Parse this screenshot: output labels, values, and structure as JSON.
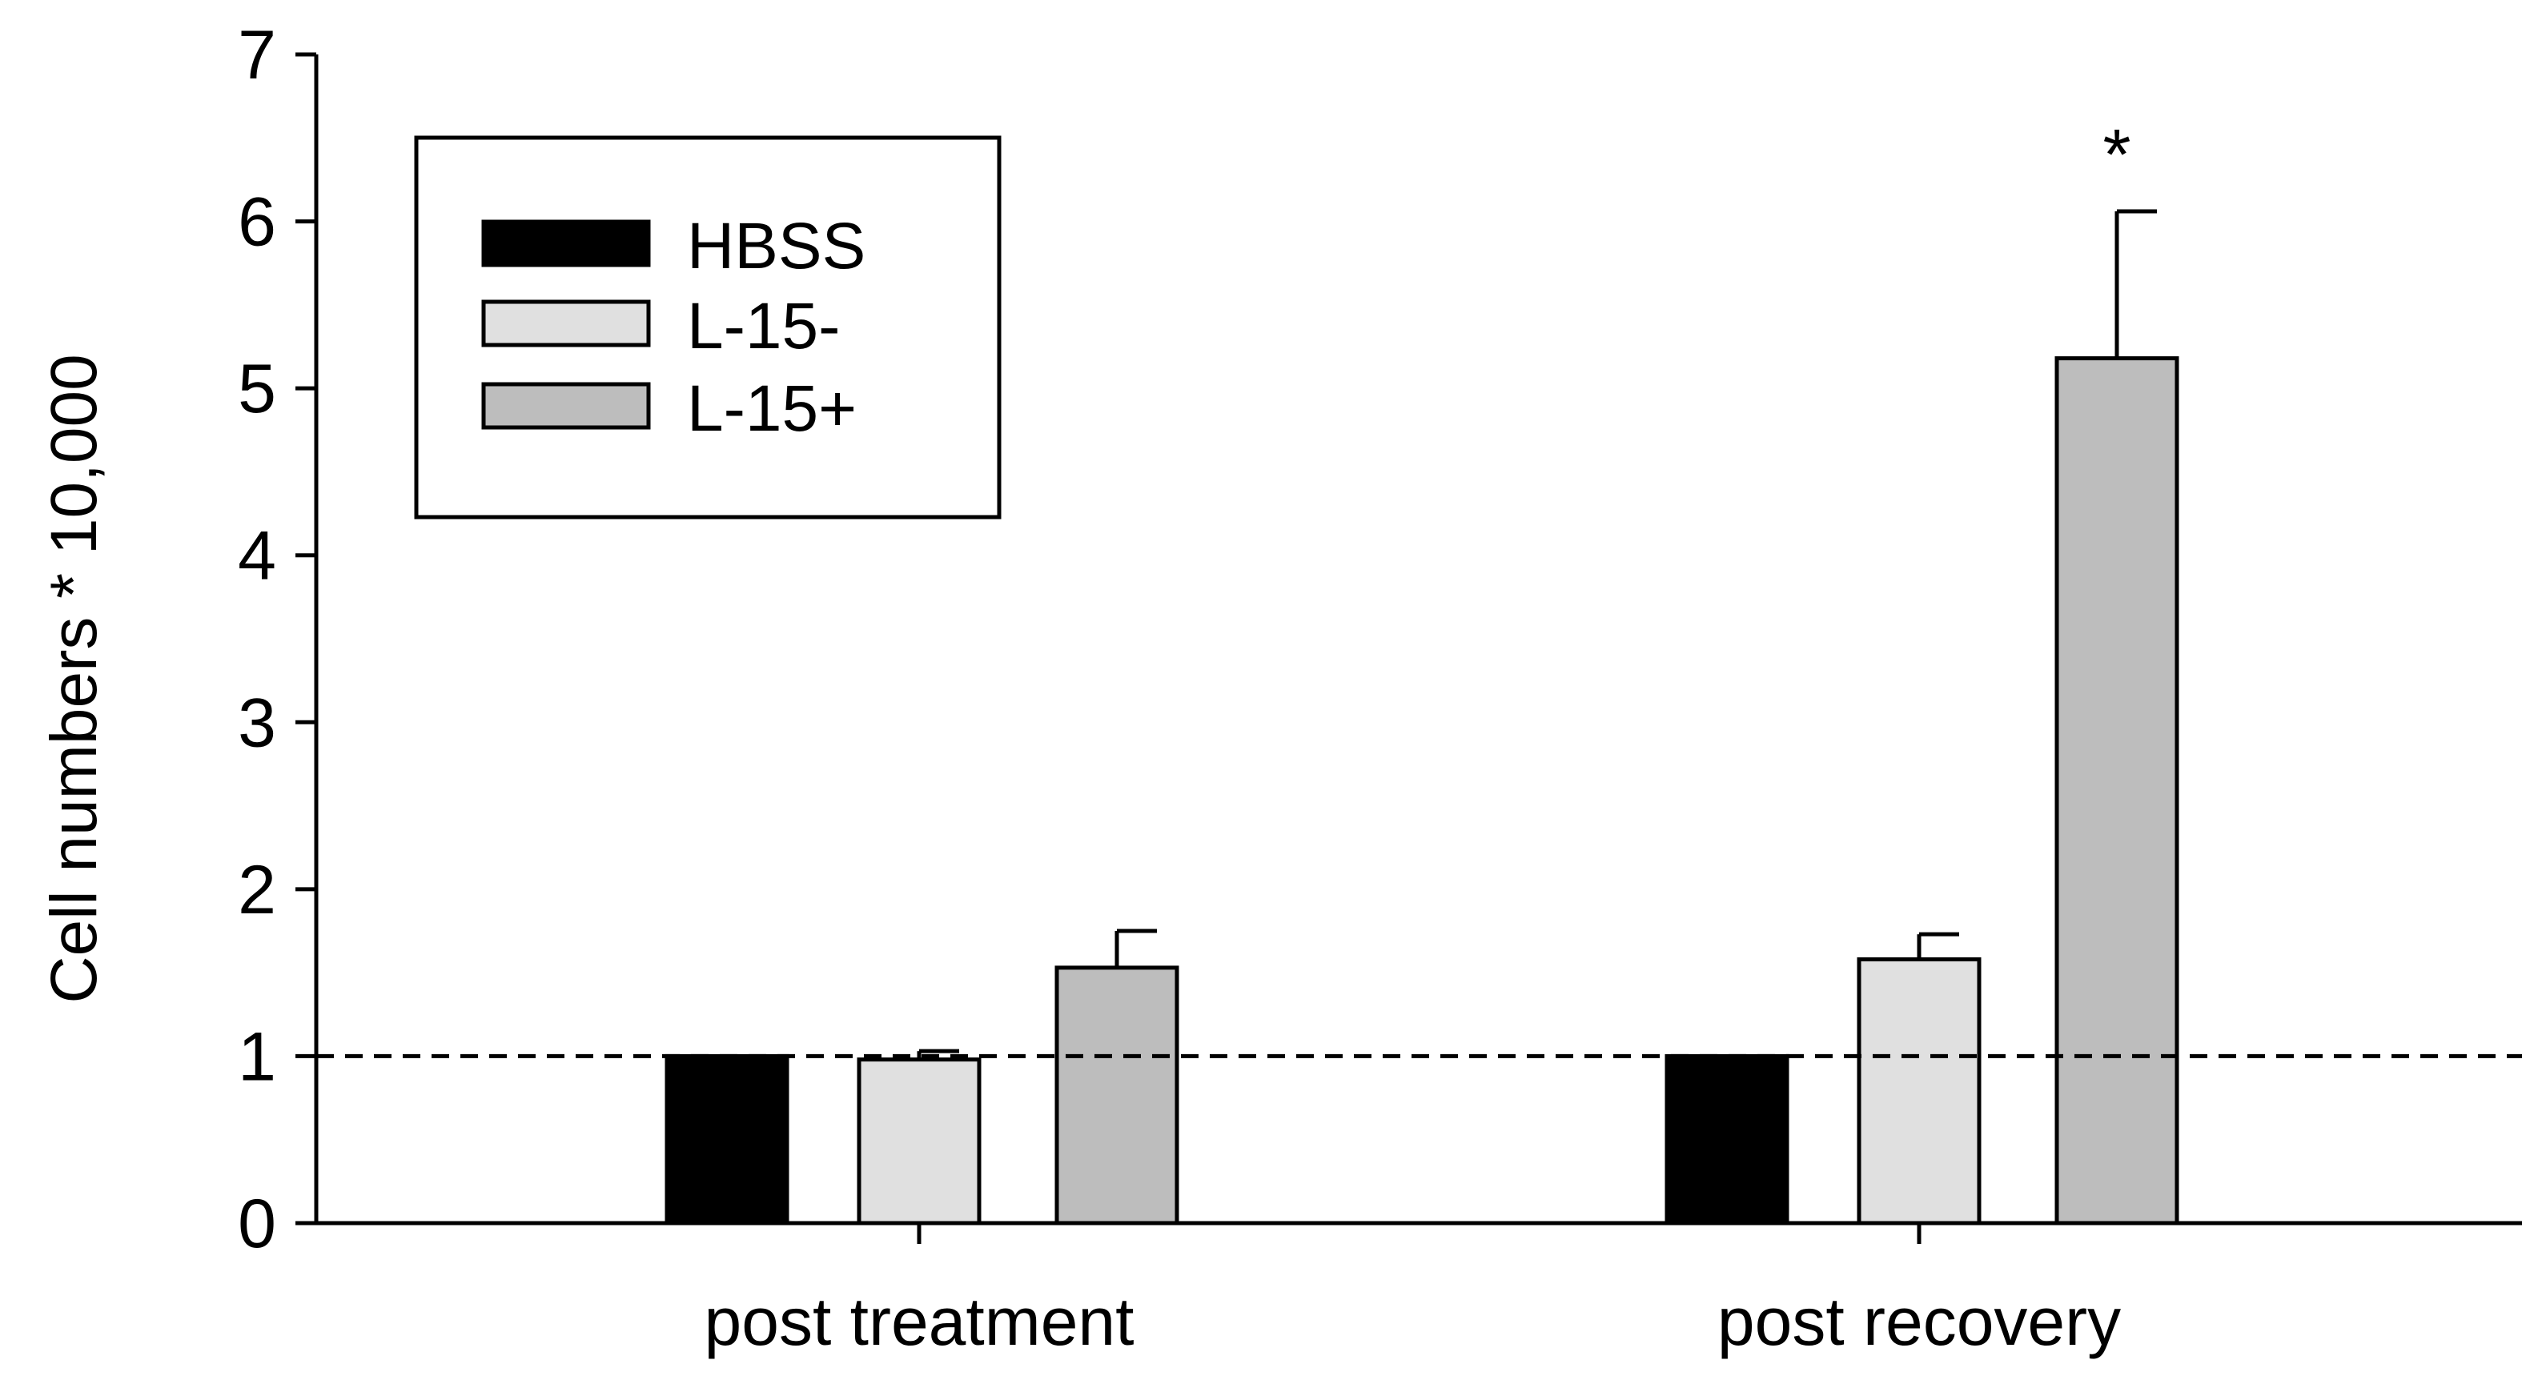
{
  "chart_data": {
    "type": "bar",
    "title": "",
    "xlabel": "",
    "ylabel": "Cell numbers * 10,000",
    "ylim": [
      0,
      7
    ],
    "yticks": [
      0,
      1,
      2,
      3,
      4,
      5,
      6,
      7
    ],
    "grid": false,
    "legend_position": "top-left",
    "categories": [
      "post treatment",
      "post recovery"
    ],
    "series": [
      {
        "name": "HBSS",
        "color": "#000000",
        "values": [
          1.0,
          1.0
        ],
        "errors": [
          0.0,
          0.0
        ]
      },
      {
        "name": "L-15-",
        "color": "#e0e0e0",
        "values": [
          0.98,
          1.58
        ],
        "errors": [
          0.05,
          0.15
        ]
      },
      {
        "name": "L-15+",
        "color": "#bdbdbd",
        "values": [
          1.53,
          5.18
        ],
        "errors": [
          0.22,
          0.88
        ]
      }
    ],
    "reference_line": {
      "y": 1,
      "style": "dashed"
    },
    "annotations": [
      {
        "text": "*",
        "category": "post recovery",
        "series": "L-15+"
      }
    ]
  }
}
